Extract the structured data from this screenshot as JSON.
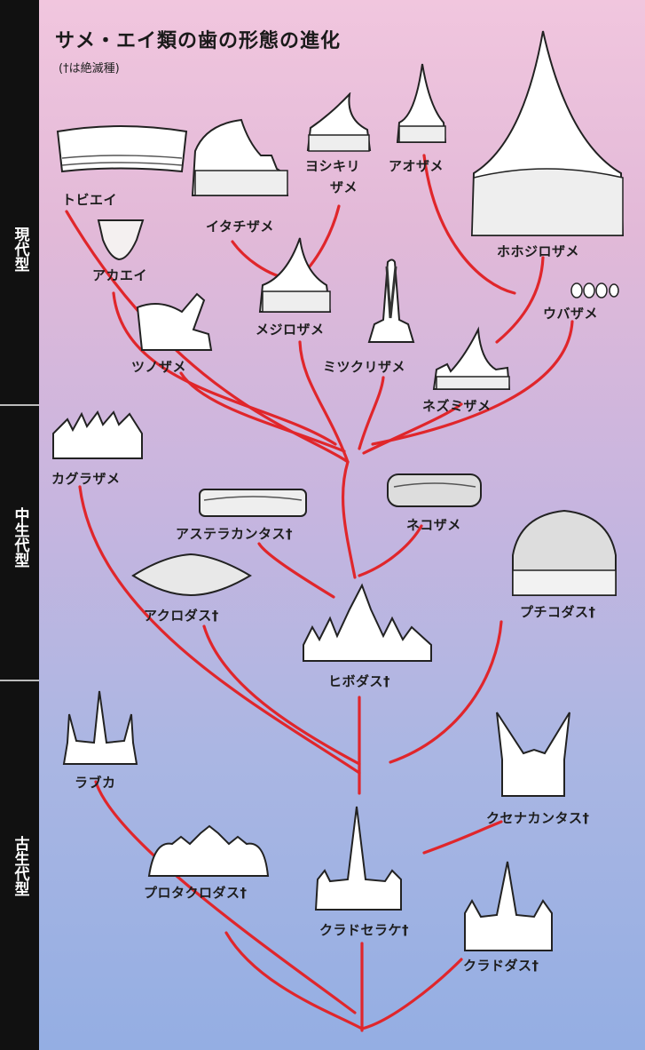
{
  "title": "サメ・エイ類の歯の形態の進化",
  "subtitle": "(†は絶滅種)",
  "eras": {
    "modern": "現代型",
    "mesozoic": "中生代型",
    "paleozoic": "古生代型"
  },
  "colors": {
    "branch": "#e0262b"
  },
  "taxa": {
    "tobiei": "トビエイ",
    "itachizame": "イタチザメ",
    "yoshikirizame_1": "ヨシキリ",
    "yoshikirizame_2": "ザメ",
    "aozame": "アオザメ",
    "hohojirozame": "ホホジロザメ",
    "akaei": "アカエイ",
    "mejirozame": "メジロザメ",
    "mitsukurizame": "ミツクリザメ",
    "ubazame": "ウバザメ",
    "tsunozame": "ツノザメ",
    "nezumizame": "ネズミザメ",
    "kagurazame": "カグラザメ",
    "asuteracantus": "アステラカンタス†",
    "nekozame": "ネコザメ",
    "acrodus": "アクロダス†",
    "hybodus": "ヒボダス†",
    "ptychodus": "プチコダス†",
    "rabuka": "ラブカ",
    "xenacanthus": "クセナカンタス†",
    "protacrodus": "プロタクロダス†",
    "cladoselache": "クラドセラケ†",
    "cladodus": "クラドダス†"
  }
}
